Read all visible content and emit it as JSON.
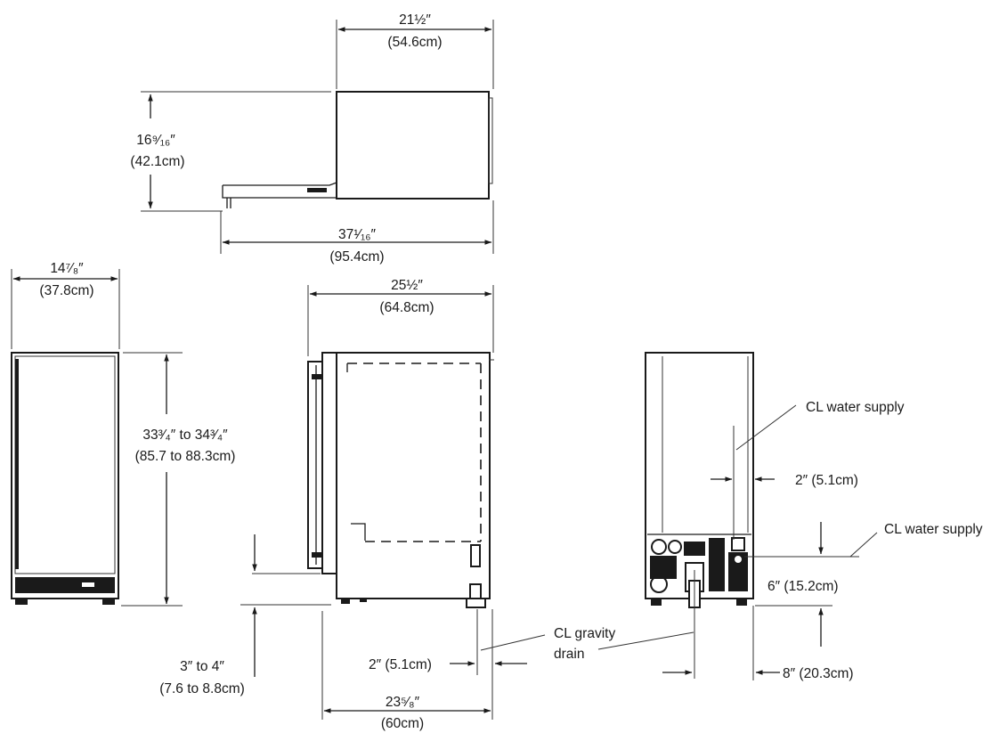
{
  "top_view": {
    "depth": {
      "fraction": "21½″",
      "metric": "(54.6cm)"
    },
    "height": {
      "fraction": "16⁹⁄₁₆″",
      "metric": "(42.1cm)"
    },
    "open_depth": {
      "fraction": "37¹⁄₁₆″",
      "metric": "(95.4cm)"
    }
  },
  "front_view": {
    "width": {
      "fraction": "14⁷⁄₈″",
      "metric": "(37.8cm)"
    },
    "height": {
      "fraction": "33³⁄₄″ to 34³⁄₄″",
      "metric": "(85.7 to 88.3cm)"
    }
  },
  "side_view": {
    "depth_with_door": {
      "fraction": "25½″",
      "metric": "(64.8cm)"
    },
    "base_depth": {
      "fraction": "23⁵⁄₈″",
      "metric": "(60cm)"
    },
    "leg_range": {
      "fraction": "3″ to 4″",
      "metric": "(7.6 to 8.8cm)"
    },
    "drain_offset": "2″ (5.1cm)"
  },
  "back_view": {
    "water_supply_label_1": "CL water supply",
    "water_supply_label_2": "CL water supply",
    "water_offset": "2″ (5.1cm)",
    "water_height": "6″ (15.2cm)",
    "drain_offset": "8″ (20.3cm)",
    "gravity_drain_line1": "CL gravity",
    "gravity_drain_line2": "drain"
  },
  "colors": {
    "ink": "#1a1a1a",
    "background": "#ffffff"
  }
}
